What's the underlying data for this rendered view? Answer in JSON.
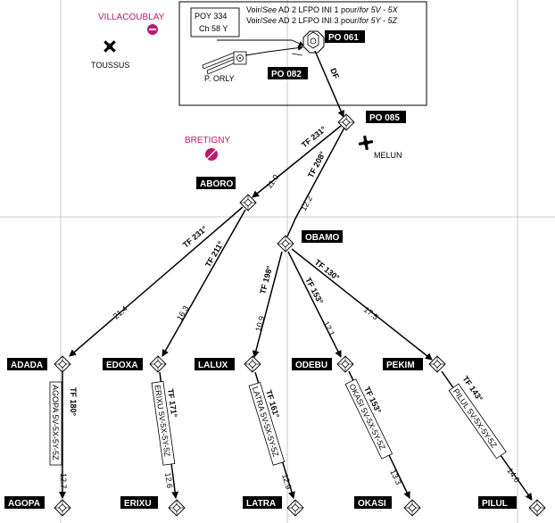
{
  "airfields": {
    "villacoublay": "VILLACOUBLAY",
    "toussus": "TOUSSUS",
    "bretigny": "BRETIGNY",
    "melun": "MELUN",
    "porly": "P. ORLY"
  },
  "inset": {
    "poy": "POY 334",
    "ch": "Ch 58 Y",
    "note1_a": "Voir/",
    "note1_b": "See",
    "note1_c": " AD 2 LFPO INI 1 pour/",
    "note1_d": "for",
    "note1_e": " 5V - 5X",
    "note2_a": "Voir/",
    "note2_b": "See",
    "note2_c": " AD 2 LFPO INI 3 pour/",
    "note2_d": "for",
    "note2_e": " 5Y - 5Z"
  },
  "points": {
    "po061": "PO 061",
    "po082": "PO 082",
    "po085": "PO 085",
    "aboro": "ABORO",
    "obamo": "OBAMO",
    "adada": "ADADA",
    "edoxa": "EDOXA",
    "lalux": "LALUX",
    "odebu": "ODEBU",
    "pekim": "PEKIM",
    "agopa": "AGOPA",
    "erixu": "ERIXU",
    "latra": "LATRA",
    "okasi": "OKASI",
    "pilul": "PILUL"
  },
  "legs": {
    "df": "DF",
    "tf231a": "TF 231°",
    "tf208": "TF 208°",
    "d110": "11.0",
    "d122": "12.2",
    "tf231b": "TF 231°",
    "tf211": "TF 211°",
    "tf198": "TF 198°",
    "tf153a": "TF 153°",
    "tf130": "TF 130°",
    "d214": "21.4",
    "d163": "16.3",
    "d109": "10.9",
    "d121": "12.1",
    "d175": "17.5",
    "tf180": "TF 180°",
    "tf171": "TF 171°",
    "tf161": "TF 161°",
    "tf153b": "TF 153°",
    "tf143": "TF 143°",
    "d127": "12.7",
    "d126": "12.6",
    "d129": "12.9",
    "d133": "13.3",
    "d146": "14.6"
  },
  "procedures": {
    "agopa": "AGOPA 5V-5X-5Y-5Z",
    "erixu": "ERIXU 5V-5X-5Y-5Z",
    "latra": "LATRA 5V-5X-5Y-5Z",
    "okasi": "OKASI 5V-5X-5Y-5Z",
    "pilul": "PILUL 5V-5X-5Y-5Z"
  }
}
